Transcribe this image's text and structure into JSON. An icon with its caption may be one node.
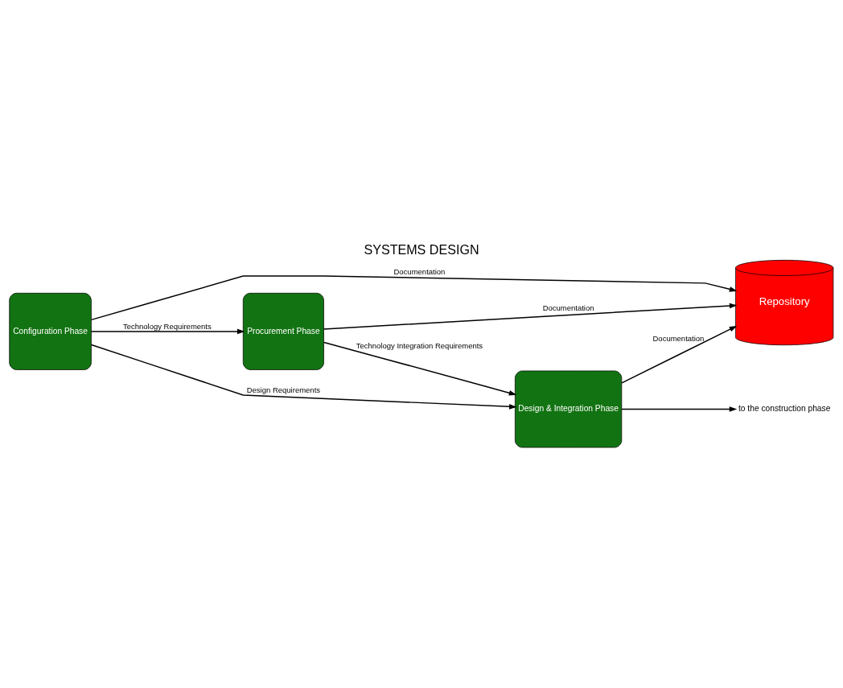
{
  "diagram": {
    "title": "SYSTEMS DESIGN",
    "nodes": [
      {
        "text": [
          "Configuration Phase"
        ]
      },
      {
        "text": [
          "Repository"
        ]
      },
      {
        "text": [
          "Procurement Phase"
        ]
      },
      {
        "text": [
          "Design & Integration Phase"
        ]
      },
      {
        "text": [
          "to the construction phase"
        ]
      }
    ],
    "edges": [
      {
        "from": 0,
        "to": 1,
        "arrow": "to",
        "label": "Documentation"
      },
      {
        "from": 0,
        "to": 2,
        "arrow": "to",
        "label": "Technology Requirements"
      },
      {
        "from": 2,
        "to": 1,
        "arrow": "to",
        "label": "Documentation"
      },
      {
        "from": 2,
        "to": 3,
        "arrow": "to",
        "label": "Technology Integration Requirements"
      },
      {
        "from": 0,
        "to": 3,
        "arrow": "to",
        "label": "Design Requirements"
      },
      {
        "from": 3,
        "to": 1,
        "arrow": "to",
        "label": "Documentation"
      },
      {
        "from": 3,
        "to": 4,
        "arrow": "to"
      }
    ]
  }
}
